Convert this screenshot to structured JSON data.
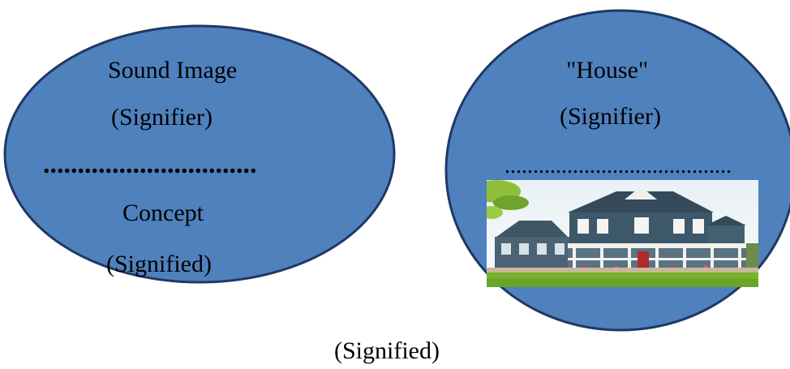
{
  "colors": {
    "ellipse_fill": "#4f81bd",
    "ellipse_stroke": "#1f3864"
  },
  "left_ellipse": {
    "signifier_title": "Sound Image",
    "signifier_label": "(Signifier)",
    "divider": "...............................",
    "signified_title": "Concept",
    "signified_label": "(Signified)"
  },
  "right_ellipse": {
    "signifier_title": "\"House\"",
    "signifier_label": "(Signifier)",
    "divider": "........................................",
    "image_subject": "house-photo"
  },
  "bottom_label": "(Signified)"
}
